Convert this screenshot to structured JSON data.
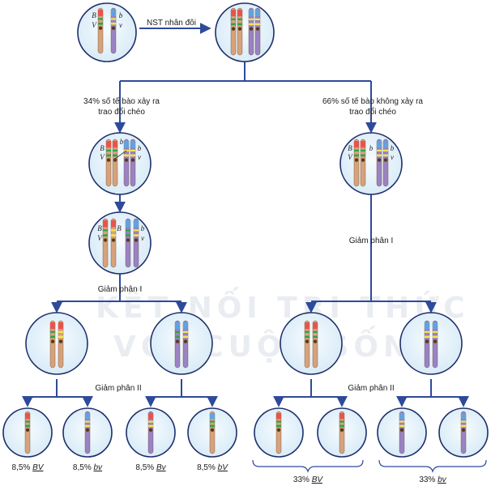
{
  "labels": {
    "replication": "NST nhân đôi",
    "left_branch_line1": "34% số tế bào xảy ra",
    "left_branch_line2": "trao đổi chéo",
    "right_branch_line1": "66% số tế bào không xảy ra",
    "right_branch_line2": "trao đổi chéo",
    "meiosis1_left": "Giảm phân I",
    "meiosis1_right": "Giảm phân I",
    "meiosis2_left": "Giảm phân II",
    "meiosis2_right": "Giảm phân II"
  },
  "genes": {
    "B": "B",
    "b": "b",
    "V": "V",
    "v": "v"
  },
  "watermark": {
    "line1": "KẾT NỐI TRI THỨC",
    "line2": "VỚI CUỘC SỐNG"
  },
  "results": [
    {
      "percent": "8,5% ",
      "genotype": "BV"
    },
    {
      "percent": "8,5% ",
      "genotype": "bv"
    },
    {
      "percent": "8,5% ",
      "genotype": "Bv"
    },
    {
      "percent": "8,5% ",
      "genotype": "bV"
    },
    {
      "percent": "33% ",
      "genotype": "BV"
    },
    {
      "percent": "33% ",
      "genotype": "bv"
    }
  ],
  "colors": {
    "arrow": "#2e4a9a",
    "cell_fill": "#e3f1fb",
    "cell_stroke": "#1e2f6a",
    "chromosome_tan": "#d7a27a",
    "chromosome_purple": "#9a82c4",
    "band_red": "#e8544c",
    "band_blue": "#5fa3e0",
    "band_green": "#2fa24a",
    "band_yellow": "#f5e64a",
    "centromere": "#5a3a1e"
  }
}
